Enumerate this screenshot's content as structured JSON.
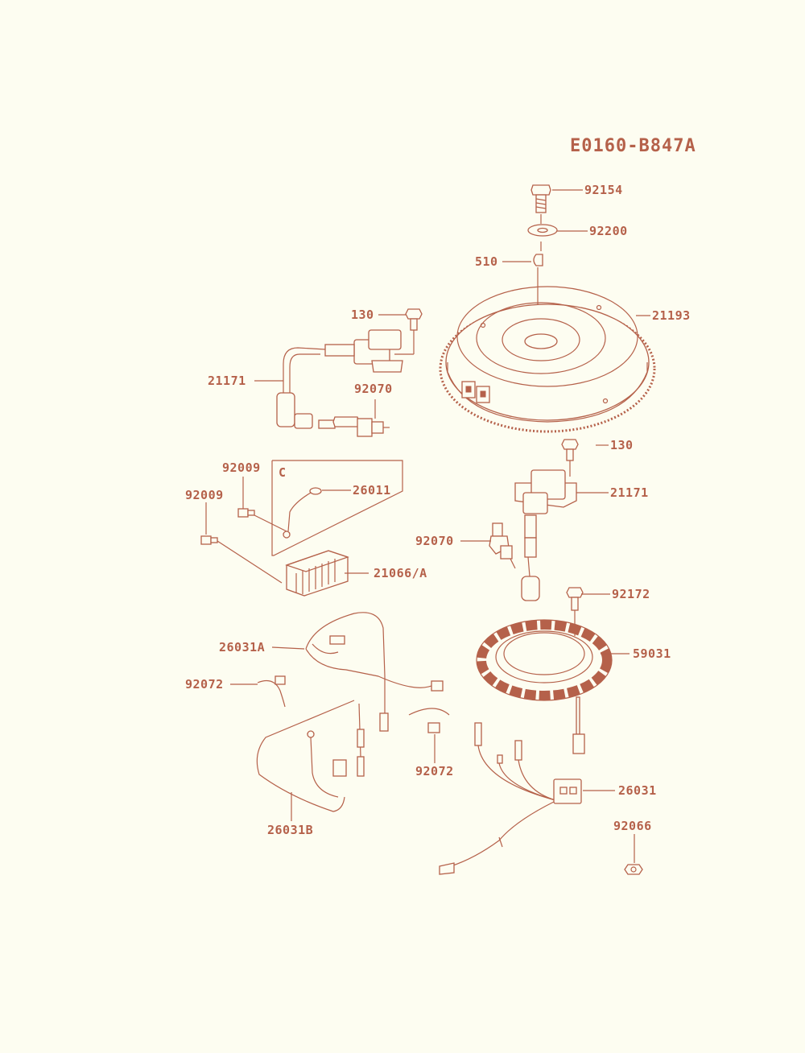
{
  "diagram_code": "E0160-B847A",
  "colors": {
    "ink": "#b5614a",
    "paper": "#fdfdf1"
  },
  "part_labels": {
    "p92154": "92154",
    "p92200": "92200",
    "p510": "510",
    "p130_top": "130",
    "p21193": "21193",
    "p21171_left": "21171",
    "p92070_top": "92070",
    "p130_right": "130",
    "p21171_right": "21171",
    "p92009_a": "92009",
    "p92009_b": "92009",
    "group_c": "C",
    "p26011": "26011",
    "p92070_right": "92070",
    "p21066": "21066/A",
    "p92172": "92172",
    "p26031A": "26031A",
    "p59031": "59031",
    "p92072_left": "92072",
    "p92072_mid": "92072",
    "p26031": "26031",
    "p26031B": "26031B",
    "p92066": "92066"
  }
}
